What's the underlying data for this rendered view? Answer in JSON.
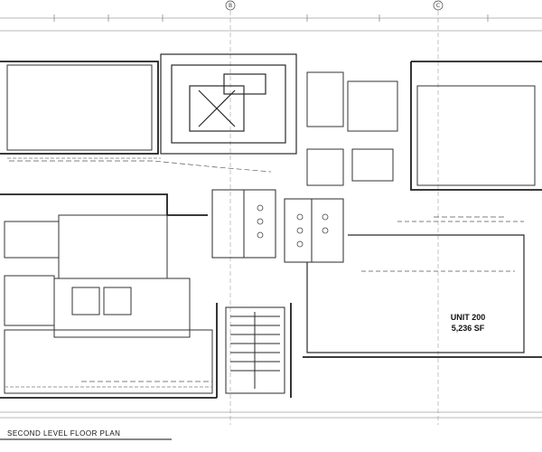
{
  "plan": {
    "title": "SECOND LEVEL FLOOR PLAN",
    "unit": {
      "name": "UNIT 200",
      "area": "5,236 SF"
    },
    "grid_bubbles": [
      "B",
      "C"
    ]
  },
  "colors": {
    "background": "#ffffff",
    "line": "#2a2a2a",
    "light_line": "#9a9a9a"
  }
}
